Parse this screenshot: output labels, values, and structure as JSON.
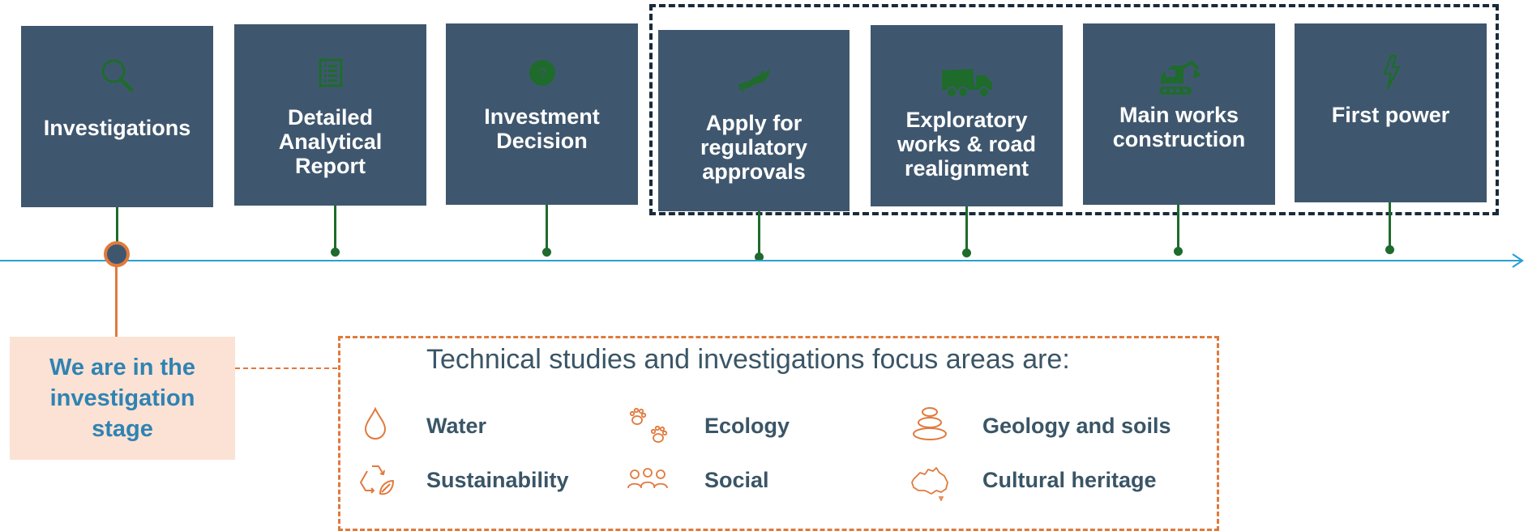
{
  "timeline": {
    "stages": [
      {
        "label": "Investigations",
        "icon": "magnifier-icon"
      },
      {
        "label": "Detailed\nAnalytical\nReport",
        "icon": "document-list-icon"
      },
      {
        "label": "Investment\nDecision",
        "icon": "question-circle-icon"
      },
      {
        "label": "Apply for\nregulatory\napprovals",
        "icon": "platypus-icon"
      },
      {
        "label": "Exploratory\nworks & road\nrealignment",
        "icon": "dump-truck-icon"
      },
      {
        "label": "Main works\nconstruction",
        "icon": "excavator-icon"
      },
      {
        "label": "First power",
        "icon": "lightning-bolt-icon"
      }
    ],
    "current_stage": 0
  },
  "callout": {
    "text": "We are in the\ninvestigation\nstage"
  },
  "focus": {
    "title": "Technical studies and investigations focus areas are:",
    "items": [
      {
        "label": "Water",
        "icon": "water-drop-icon"
      },
      {
        "label": "Ecology",
        "icon": "paw-prints-icon"
      },
      {
        "label": "Geology and soils",
        "icon": "stacked-stones-icon"
      },
      {
        "label": "Sustainability",
        "icon": "recycle-leaf-icon"
      },
      {
        "label": "Social",
        "icon": "people-group-icon"
      },
      {
        "label": "Cultural heritage",
        "icon": "australia-map-icon"
      }
    ]
  },
  "colors": {
    "stage_box": "#3f576e",
    "icon_green": "#1e6b2c",
    "axis_blue": "#2a9fd6",
    "accent_orange": "#e07a3c",
    "callout_bg": "#fbe2d4",
    "callout_text": "#2f83b3",
    "body_text": "#3a5566"
  }
}
